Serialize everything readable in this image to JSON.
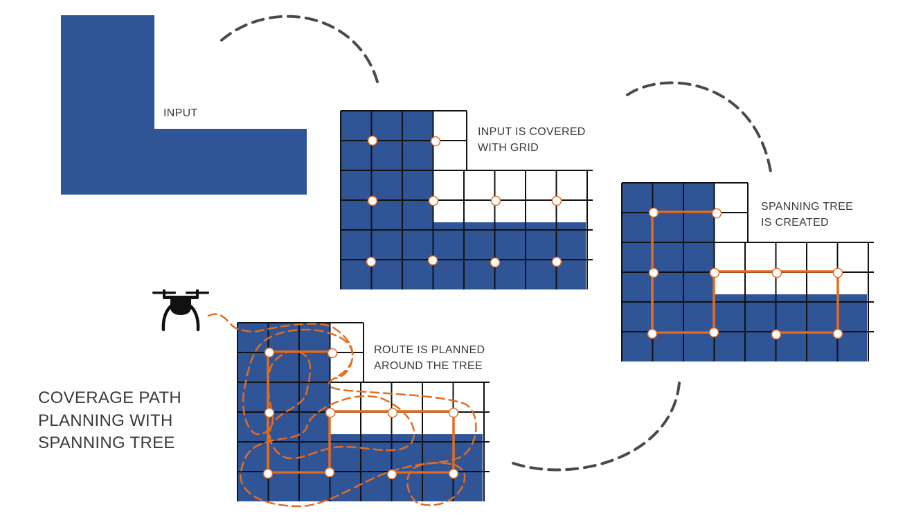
{
  "steps": {
    "input": "INPUT",
    "grid_line1": "INPUT IS COVERED",
    "grid_line2": "WITH GRID",
    "tree_line1": "SPANNING TREE",
    "tree_line2": "IS CREATED",
    "route_line1": "ROUTE IS PLANNED",
    "route_line2": "AROUND THE TREE"
  },
  "title": {
    "line1": "COVERAGE PATH",
    "line2": "PLANNING WITH",
    "line3": "SPANNING TREE"
  },
  "icons": {
    "drone": "drone-icon"
  },
  "colors": {
    "fill": "#2f5597",
    "grid": "#111111",
    "tree": "#e46c1f",
    "node_stroke": "#e46c1f",
    "connector": "#4a4a4a",
    "text": "#3a3a3a"
  }
}
